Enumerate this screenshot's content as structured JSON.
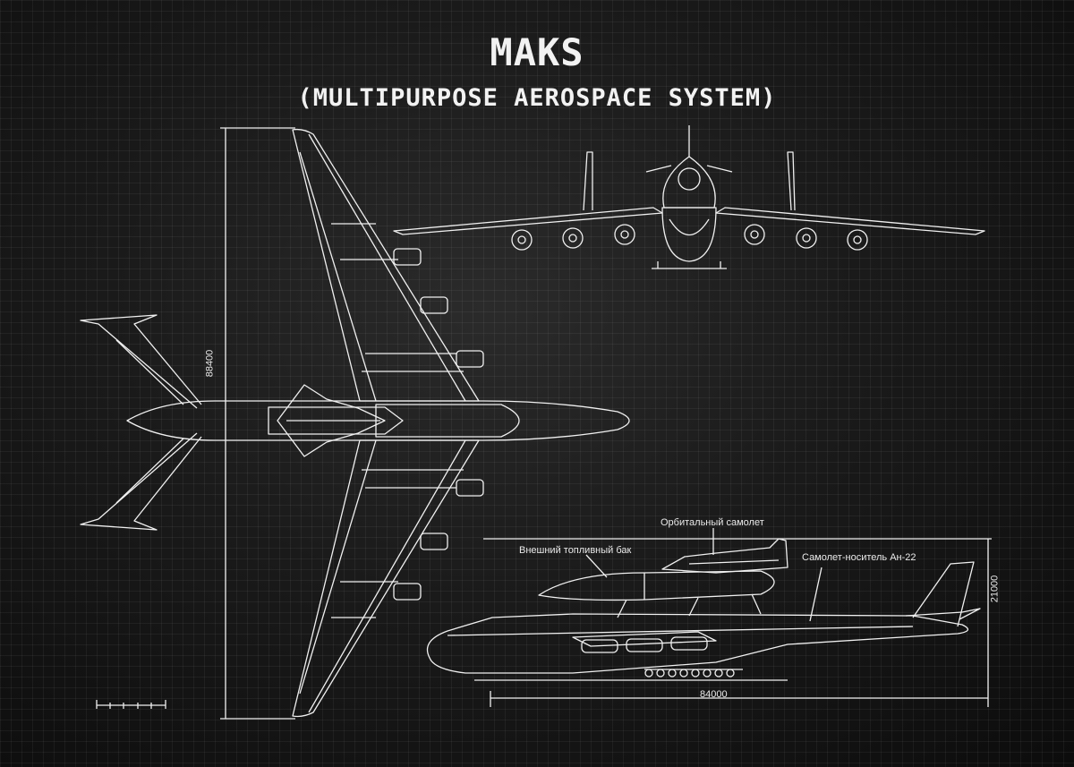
{
  "header": {
    "title": "MAKS",
    "subtitle": "(MULTIPURPOSE AEROSPACE SYSTEM)"
  },
  "labels": {
    "external_tank": "Внешний топливный бак",
    "orbital_plane": "Орбитальный самолет",
    "carrier_plane": "Самолет-носитель Ан-22"
  },
  "dimensions": {
    "wingspan": "88400",
    "length": "84000",
    "height": "21000"
  },
  "colors": {
    "background": "#141414",
    "line": "#f0f0f0"
  }
}
